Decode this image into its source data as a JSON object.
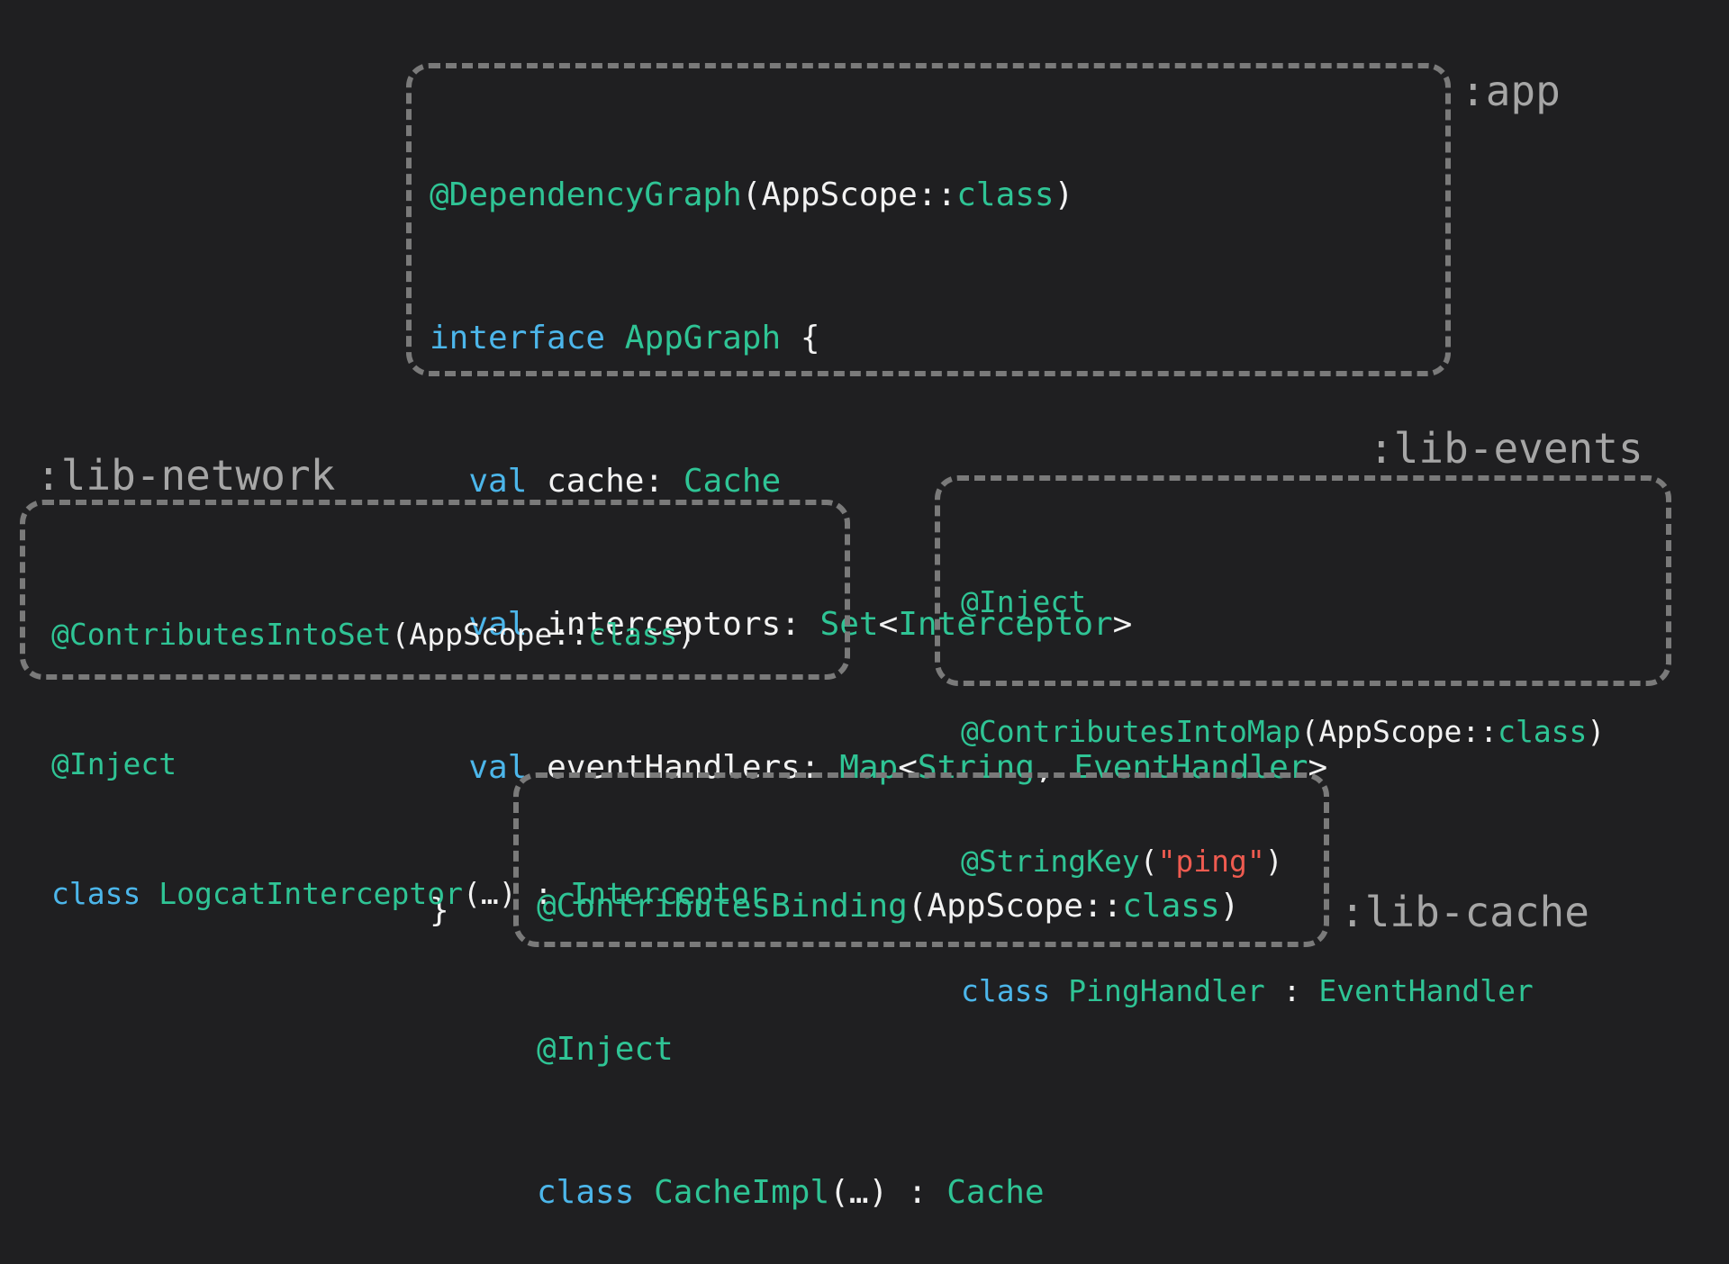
{
  "modules": {
    "app": {
      "label": ":app",
      "code": {
        "l1": {
          "annotation": "@DependencyGraph",
          "open": "(",
          "scope": "AppScope",
          "sep": "::",
          "cls": "class",
          "close": ")"
        },
        "l2": {
          "keyword": "interface",
          "name": "AppGraph",
          "brace": "{"
        },
        "l3": {
          "keyword": "val",
          "prop": "cache:",
          "type": "Cache"
        },
        "l4": {
          "keyword": "val",
          "prop": "interceptors:",
          "type": "Set",
          "lt": "<",
          "arg": "Interceptor",
          "gt": ">"
        },
        "l5": {
          "keyword": "val",
          "prop": "eventHandlers:",
          "type": "Map",
          "lt": "<",
          "arg1": "String",
          "comma": ",",
          "arg2": "EventHandler",
          "gt": ">"
        },
        "l6": {
          "brace": "}"
        }
      }
    },
    "lib_network": {
      "label": ":lib-network",
      "code": {
        "l1": {
          "annotation": "@ContributesIntoSet",
          "open": "(",
          "scope": "AppScope",
          "sep": "::",
          "cls": "class",
          "close": ")"
        },
        "l2": {
          "annotation": "@Inject"
        },
        "l3": {
          "keyword": "class",
          "name": "LogcatInterceptor",
          "params": "(…)",
          "colon": ":",
          "super": "Interceptor"
        }
      }
    },
    "lib_events": {
      "label": ":lib-events",
      "code": {
        "l1": {
          "annotation": "@Inject"
        },
        "l2": {
          "annotation": "@ContributesIntoMap",
          "open": "(",
          "scope": "AppScope",
          "sep": "::",
          "cls": "class",
          "close": ")"
        },
        "l3": {
          "annotation": "@StringKey",
          "open": "(",
          "key": "\"ping\"",
          "close": ")"
        },
        "l4": {
          "keyword": "class",
          "name": "PingHandler",
          "colon": ":",
          "super": "EventHandler"
        }
      }
    },
    "lib_cache": {
      "label": ":lib-cache",
      "code": {
        "l1": {
          "annotation": "@ContributesBinding",
          "open": "(",
          "scope": "AppScope",
          "sep": "::",
          "cls": "class",
          "close": ")"
        },
        "l2": {
          "annotation": "@Inject"
        },
        "l3": {
          "keyword": "class",
          "name": "CacheImpl",
          "params": "(…)",
          "colon": ":",
          "super": "Cache"
        }
      }
    }
  },
  "colors": {
    "background": "#1f1f21",
    "annotation": "#2fc495",
    "keyword": "#4cb6ea",
    "type": "#2fc495",
    "string": "#ef5b50",
    "plain": "#f2f2f2",
    "border": "#7a7a7a",
    "label": "#a6a6a6"
  }
}
